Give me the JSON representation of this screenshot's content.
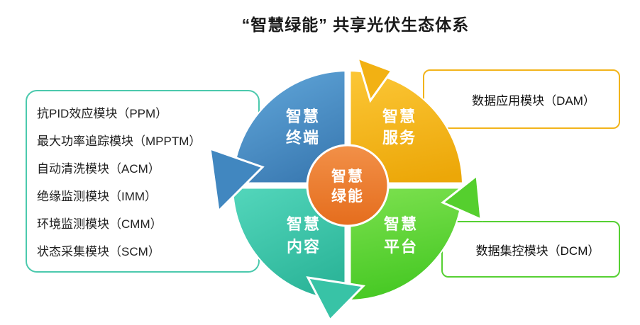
{
  "title": "“智慧绿能” 共享光伏生态体系",
  "center": {
    "line1": "智慧",
    "line2": "绿能"
  },
  "quadrants": {
    "terminal": {
      "line1": "智慧",
      "line2": "终端"
    },
    "service": {
      "line1": "智慧",
      "line2": "服务"
    },
    "content": {
      "line1": "智慧",
      "line2": "内容"
    },
    "platform": {
      "line1": "智慧",
      "line2": "平台"
    }
  },
  "left_panel": {
    "items": [
      "抗PID效应模块（PPM）",
      "最大功率追踪模块（MPPTM）",
      "自动清洗模块（ACM）",
      "绝缘监测模块（IMM）",
      "环境监测模块（CMM）",
      "状态采集模块（SCM）"
    ]
  },
  "right_panels": {
    "dam": {
      "label": "数据应用模块（DAM）"
    },
    "dcm": {
      "label": "数据集控模块（DCM）"
    }
  },
  "colors": {
    "terminal_blue": "#4187c0",
    "service_yellow": "#f2b113",
    "content_teal": "#38c3a6",
    "platform_green": "#55cf2e",
    "center_orange": "#ed7d31"
  }
}
